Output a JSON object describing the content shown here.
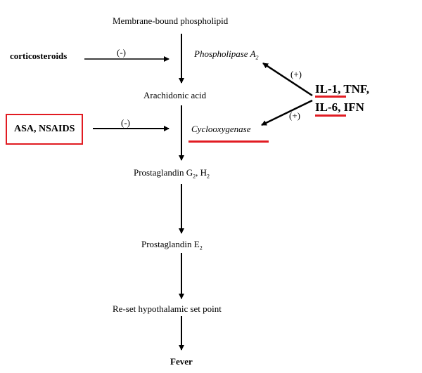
{
  "nodes": {
    "membrane": "Membrane-bound phospholipid",
    "phospholipase": "Phospholipase A",
    "phospholipase_sub": "2",
    "arachidonic": "Arachidonic acid",
    "cyclooxygenase": "Cyclooxygenase",
    "pg_g2h2_a": "Prostaglandin G",
    "pg_g2h2_sub1": "2",
    "pg_g2h2_b": ", H",
    "pg_g2h2_sub2": "2",
    "pg_e2": "Prostaglandin E",
    "pg_e2_sub": "2",
    "reset": "Re-set hypothalamic set point",
    "fever": "Fever"
  },
  "inhibitors": {
    "corticosteroids": "corticosteroids",
    "asa_nsaids": "ASA, NSAIDS",
    "minus_sign": "(-)"
  },
  "cytokines": {
    "il1": "IL-1",
    "tnf": ", TNF,",
    "il6": "IL-6",
    "ifn": ", IFN",
    "plus_sign": "(+)"
  },
  "colors": {
    "highlight": "#e11b22",
    "ink": "#000000"
  }
}
